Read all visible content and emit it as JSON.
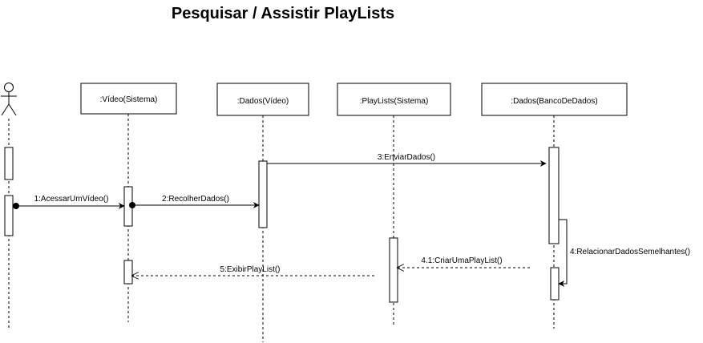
{
  "diagram": {
    "title": "Pesquisar / Assistir PlayLists",
    "participants": [
      {
        "id": "actor",
        "label": ""
      },
      {
        "id": "video",
        "label": ":Vídeo(Sistema)"
      },
      {
        "id": "dados-video",
        "label": ":Dados(Vídeo)"
      },
      {
        "id": "playlists",
        "label": ":PlayLists(Sistema)"
      },
      {
        "id": "banco",
        "label": ":Dados(BancoDeDados)"
      }
    ],
    "messages": [
      {
        "id": "m1",
        "label": "1:AcessarUmVídeo()",
        "from": "actor",
        "to": "video",
        "style": "sync"
      },
      {
        "id": "m2",
        "label": "2:RecolherDados()",
        "from": "video",
        "to": "dados-video",
        "style": "sync"
      },
      {
        "id": "m3",
        "label": "3:EnviarDados()",
        "from": "dados-video",
        "to": "banco",
        "style": "sync"
      },
      {
        "id": "m4",
        "label": "4:RelacionarDadosSemelhantes()",
        "from": "banco",
        "to": "banco",
        "style": "self"
      },
      {
        "id": "m41",
        "label": "4.1:CriarUmaPlayList()",
        "from": "banco",
        "to": "playlists",
        "style": "return"
      },
      {
        "id": "m5",
        "label": "5:ExibirPlayList()",
        "from": "playlists",
        "to": "video",
        "style": "return"
      }
    ],
    "colors": {
      "stroke": "#000000",
      "background": "#ffffff"
    }
  }
}
